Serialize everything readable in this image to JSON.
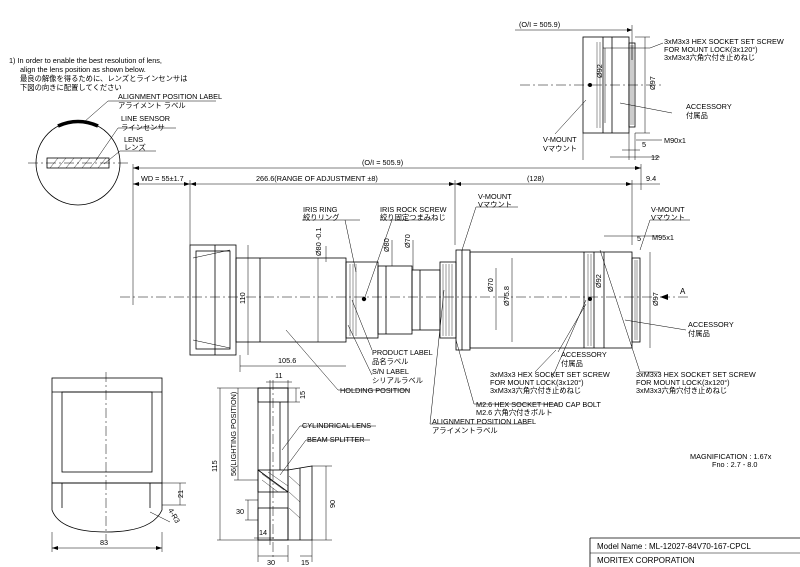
{
  "note": {
    "line1": "1) In order to enable the best resolution of lens,",
    "line2": "align the lens position as shown below.",
    "line3": "最良の解像を得るために、レンズとラインセンサは",
    "line4": "下図の向きに配置してください"
  },
  "labels": {
    "alignment_en": "ALIGNMENT POSITION LABEL",
    "alignment_jp": "アライメント ラベル",
    "line_sensor_en": "LINE SENSOR",
    "line_sensor_jp": "ラインセンサ",
    "lens_en": "LENS",
    "lens_jp": "レンズ",
    "iris_ring_en": "IRIS RING",
    "iris_ring_jp": "絞りリング",
    "iris_rock_en": "IRIS ROCK SCREW",
    "iris_rock_jp": "絞り固定つまみねじ",
    "vmount_en": "V-MOUNT",
    "vmount_jp": "Vマウント",
    "accessory_en": "ACCESSORY",
    "accessory_jp": "付属品",
    "set_screw_1": "3xM3x3 HEX SOCKET SET SCREW",
    "set_screw_2": "FOR MOUNT LOCK(3x120°)",
    "set_screw_jp": "3xM3x3六角穴付き止めねじ",
    "product_label_en": "PRODUCT LABEL",
    "product_label_jp": "品名ラベル",
    "sn_label_en": "S/N LABEL",
    "sn_label_jp": "シリアルラベル",
    "holding_position": "HOLDING POSITION",
    "cap_bolt_en": "M2.6 HEX SOCKET HEAD CAP BOLT",
    "cap_bolt_jp": "M2.6 六角穴付きボルト",
    "alignment_label_en": "ALIGNMENT POSITION LABEL",
    "alignment_label_jp": "アライメントラベル",
    "cylindrical_lens": "CYLINDRICAL LENS",
    "beam_splitter": "BEAM SPLITTER",
    "arrow_a": "A"
  },
  "dimensions": {
    "ol_top": "(O/I = 505.9)",
    "ol_main": "(O/I = 505.9)",
    "wd": "WD = 55±1.7",
    "adjust": "266.6(RANGE OF ADJUSTMENT ±8)",
    "d128": "(128)",
    "d9_4": "9.4",
    "d5_top": "5",
    "d12": "12",
    "m90": "M90x1",
    "phi92_top": "Ø92",
    "phi97_top": "Ø97",
    "phi80": "Ø80 -0.1",
    "phi80b": "Ø80",
    "phi70a": "Ø70",
    "phi70b": "Ø70",
    "phi75_8": "Ø75.8",
    "phi92": "Ø92",
    "phi97": "Ø97",
    "d110": "110",
    "d105_6": "105.6",
    "d5_main": "5",
    "m95": "M95x1",
    "d11": "11",
    "d15": "15",
    "d115": "115",
    "d56": "56(LIGHTING POSITION)",
    "d21": "21",
    "r3": "4-R3",
    "d83": "83",
    "d30a": "30",
    "d14": "14",
    "d90": "90",
    "d30b": "30",
    "d15b": "15"
  },
  "specs": {
    "magnification": "MAGNIFICATION : 1.67x",
    "fno": "Fno : 2.7 - 8.0"
  },
  "title_block": {
    "model": "Model Name : ML-12027-84V70-167-CPCL",
    "company": "MORITEX CORPORATION"
  }
}
